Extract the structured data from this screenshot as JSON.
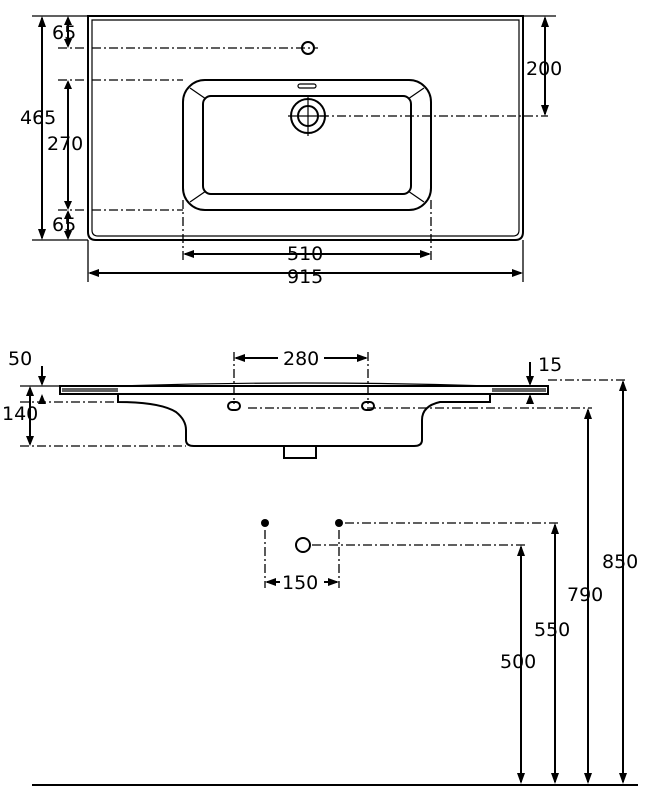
{
  "top_view": {
    "dim_tap_from_back": "65",
    "dim_overall_depth": "465",
    "dim_bowl_length": "270",
    "dim_bowl_front": "65",
    "dim_drain_from_back": "200",
    "dim_bowl_width": "510",
    "dim_overall_width": "915"
  },
  "side_view": {
    "dim_top_thickness": "50",
    "dim_overall_height": "140",
    "dim_bracket_spacing": "280",
    "dim_rim": "15"
  },
  "install_view": {
    "dim_supply_spacing": "150",
    "dim_drain_height": "500",
    "dim_supply_height": "550",
    "dim_bracket_height": "790",
    "dim_rim_height": "850"
  }
}
